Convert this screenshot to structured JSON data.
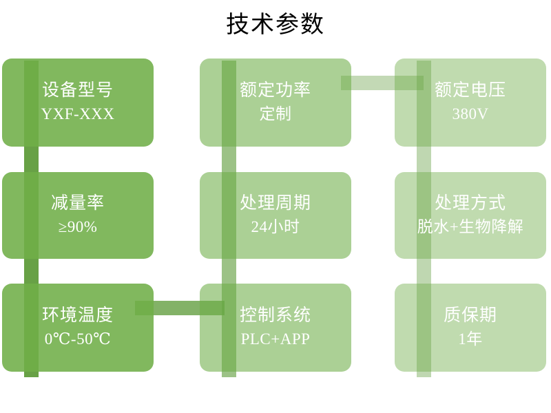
{
  "page": {
    "title": "技术参数",
    "background_color": "#ffffff",
    "accent_color": "#6FAE48",
    "text_color": "#ffffff"
  },
  "diagram": {
    "type": "grid-cards",
    "rows": 3,
    "columns": 3,
    "cards": [
      {
        "id": "model",
        "title": "设备型号",
        "value": "YXF-XXX",
        "row": 1,
        "col": 1
      },
      {
        "id": "rated-power",
        "title": "额定功率",
        "value": "定制",
        "row": 1,
        "col": 2
      },
      {
        "id": "rated-voltage",
        "title": "额定电压",
        "value": "380V",
        "row": 1,
        "col": 3
      },
      {
        "id": "reduction",
        "title": "减量率",
        "value": "≥90%",
        "row": 2,
        "col": 1
      },
      {
        "id": "cycle",
        "title": "处理周期",
        "value": "24小时",
        "row": 2,
        "col": 2
      },
      {
        "id": "method",
        "title": "处理方式",
        "value": "脱水+生物降解",
        "row": 2,
        "col": 3
      },
      {
        "id": "temperature",
        "title": "环境温度",
        "value": "0℃-50℃",
        "row": 3,
        "col": 1
      },
      {
        "id": "control",
        "title": "控制系统",
        "value": "PLC+APP",
        "row": 3,
        "col": 2
      },
      {
        "id": "warranty",
        "title": "质保期",
        "value": "1年",
        "row": 3,
        "col": 3
      }
    ],
    "connectors": [
      {
        "id": "v-col1-r1r2",
        "orientation": "vertical",
        "column": 1
      },
      {
        "id": "v-col1-r2r3",
        "orientation": "vertical",
        "column": 1
      },
      {
        "id": "v-col2-r1r2",
        "orientation": "vertical",
        "column": 2
      },
      {
        "id": "v-col2-r2r3",
        "orientation": "vertical",
        "column": 2
      },
      {
        "id": "v-col3-r1r2",
        "orientation": "vertical",
        "column": 3
      },
      {
        "id": "v-col3-r2r3",
        "orientation": "vertical",
        "column": 3
      },
      {
        "id": "h-r1-c2c3",
        "orientation": "horizontal",
        "row": 1
      },
      {
        "id": "h-r3-c1c2",
        "orientation": "horizontal",
        "row": 3
      }
    ]
  }
}
